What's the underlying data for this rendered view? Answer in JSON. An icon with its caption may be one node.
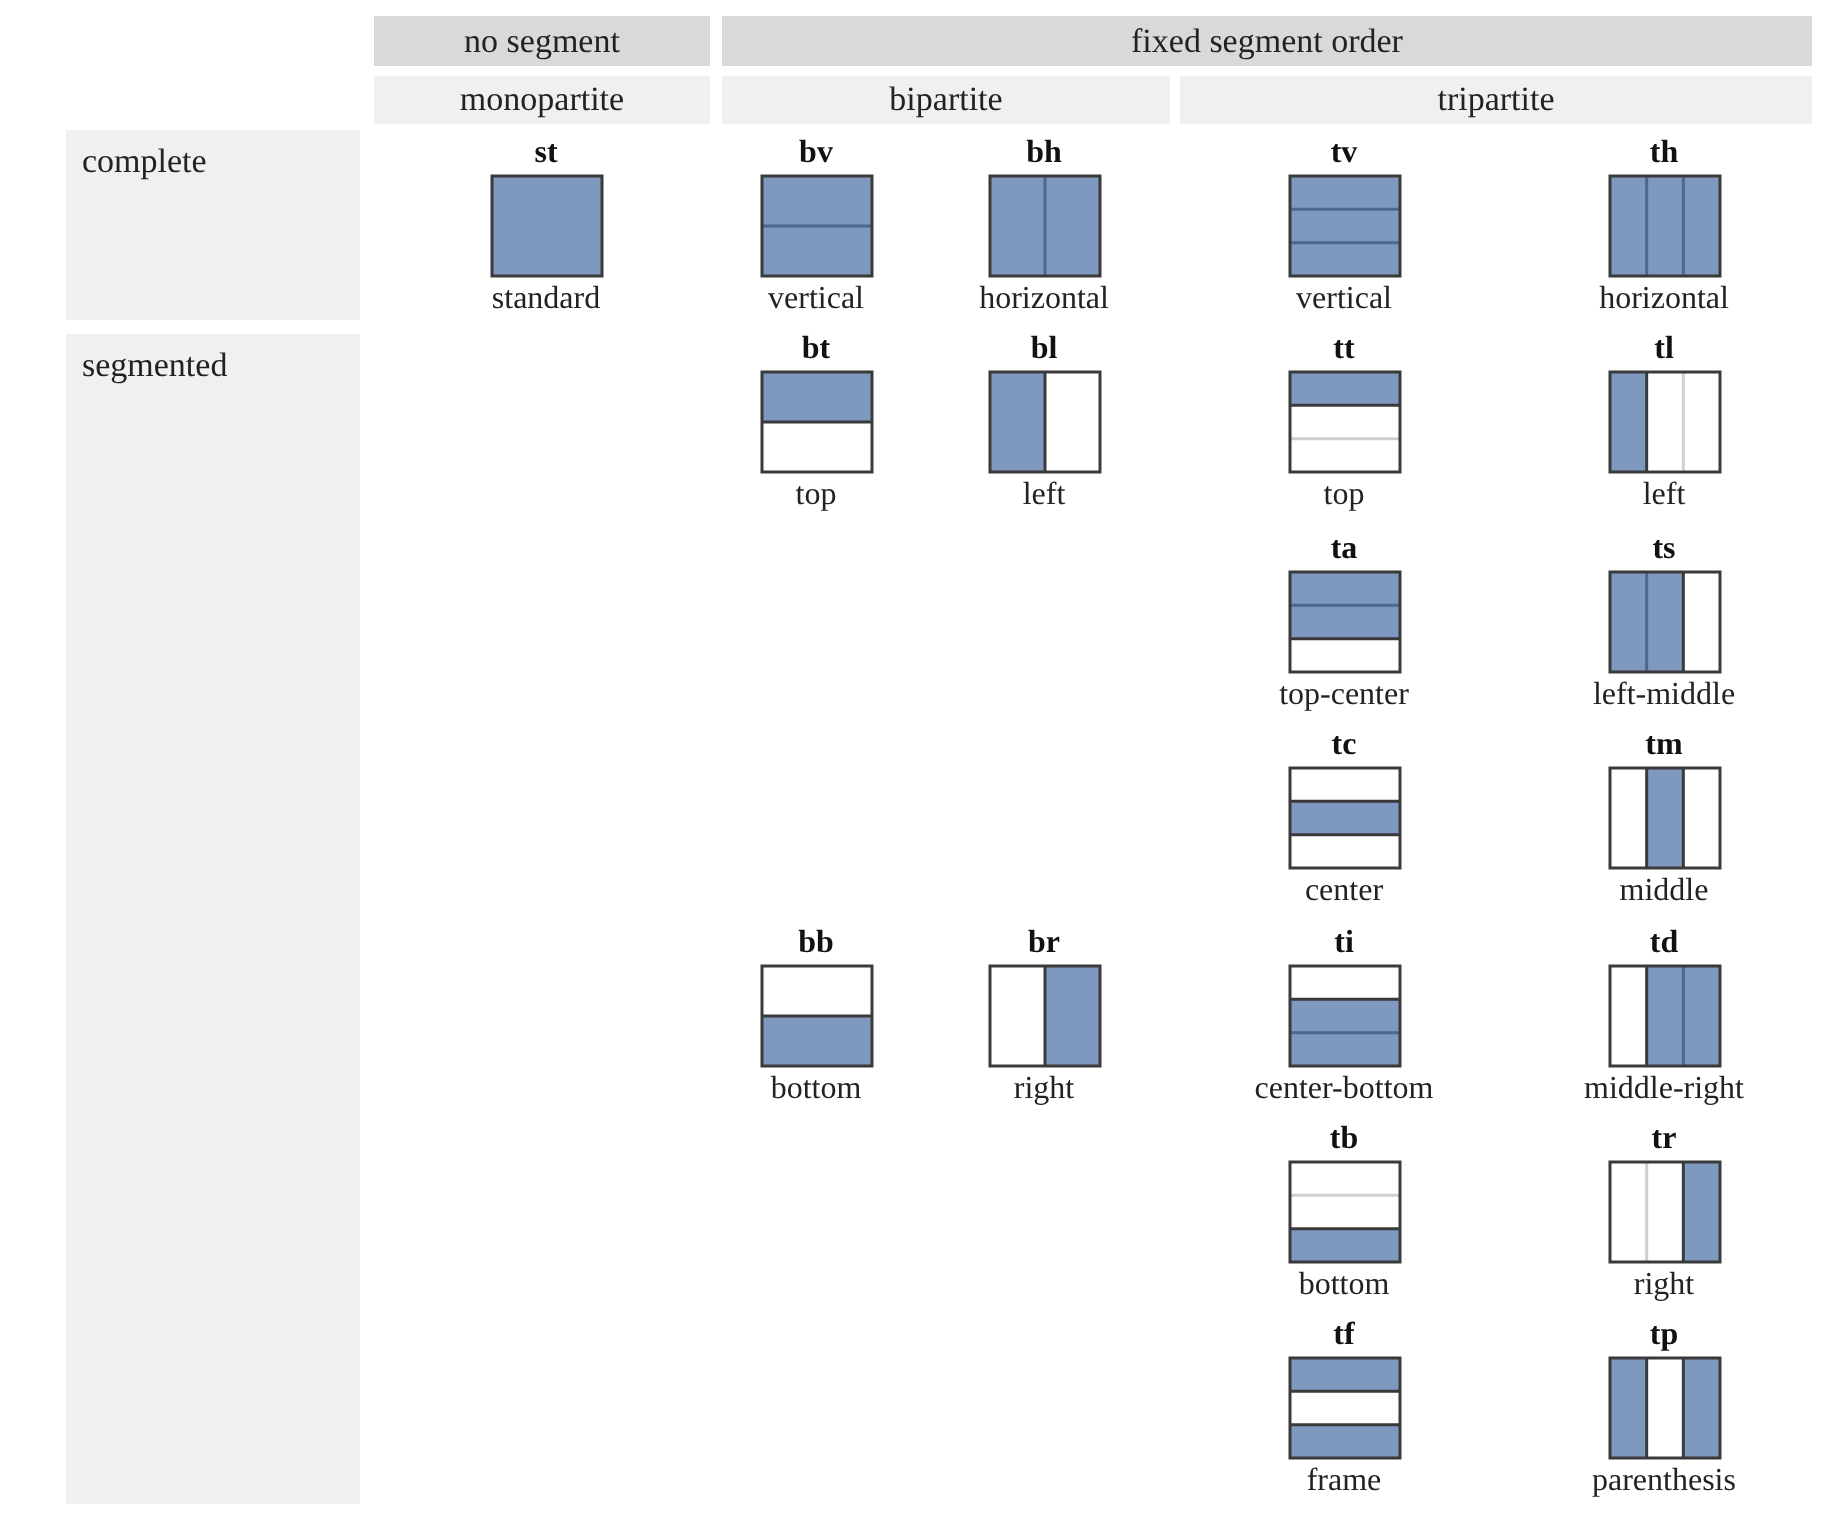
{
  "diagram": {
    "nodes": [
      {
        "text": [
          "no segment"
        ]
      },
      {
        "text": [
          "fixed segment order"
        ]
      },
      {
        "text": [
          "monopartite"
        ]
      },
      {
        "text": [
          "bipartite"
        ]
      },
      {
        "text": [
          "tripartite"
        ]
      },
      {
        "text": [
          "complete"
        ]
      },
      {
        "text": [
          "segmented"
        ]
      },
      {
        "text": [
          "st",
          "standard"
        ]
      },
      {
        "text": [
          "bv",
          "vertical"
        ]
      },
      {
        "text": [
          "bh",
          "horizontal"
        ]
      },
      {
        "text": [
          "tv",
          "vertical"
        ]
      },
      {
        "text": [
          "th",
          "horizontal"
        ]
      },
      {
        "text": [
          "bt",
          "top"
        ]
      },
      {
        "text": [
          "bl",
          "left"
        ]
      },
      {
        "text": [
          "tt",
          "top"
        ]
      },
      {
        "text": [
          "tl",
          "left"
        ]
      },
      {
        "text": [
          "ta",
          "top-center"
        ]
      },
      {
        "text": [
          "ts",
          "left-middle"
        ]
      },
      {
        "text": [
          "tc",
          "center"
        ]
      },
      {
        "text": [
          "tm",
          "middle"
        ]
      },
      {
        "text": [
          "bb",
          "bottom"
        ]
      },
      {
        "text": [
          "br",
          "right"
        ]
      },
      {
        "text": [
          "ti",
          "center-bottom"
        ]
      },
      {
        "text": [
          "td",
          "middle-right"
        ]
      },
      {
        "text": [
          "tb",
          "bottom"
        ]
      },
      {
        "text": [
          "tr",
          "right"
        ]
      },
      {
        "text": [
          "tf",
          "frame"
        ]
      },
      {
        "text": [
          "tp",
          "parenthesis"
        ]
      }
    ]
  }
}
